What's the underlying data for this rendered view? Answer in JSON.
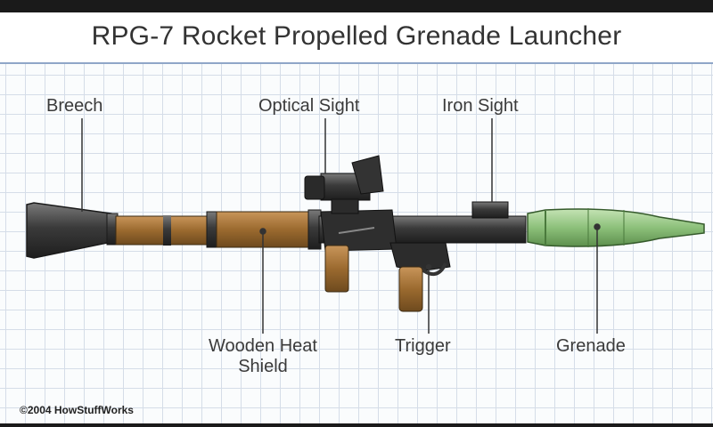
{
  "title": "RPG-7 Rocket Propelled Grenade Launcher",
  "labels": {
    "breech": "Breech",
    "optical_sight": "Optical Sight",
    "iron_sight": "Iron Sight",
    "wooden_heat_shield_line1": "Wooden Heat",
    "wooden_heat_shield_line2": "Shield",
    "trigger": "Trigger",
    "grenade": "Grenade"
  },
  "copyright": "©2004 HowStuffWorks",
  "colors": {
    "wood": "#9b6a2f",
    "metal": "#3a3a3a",
    "grenade": "#8cc07a",
    "grid": "#d5dde8"
  }
}
